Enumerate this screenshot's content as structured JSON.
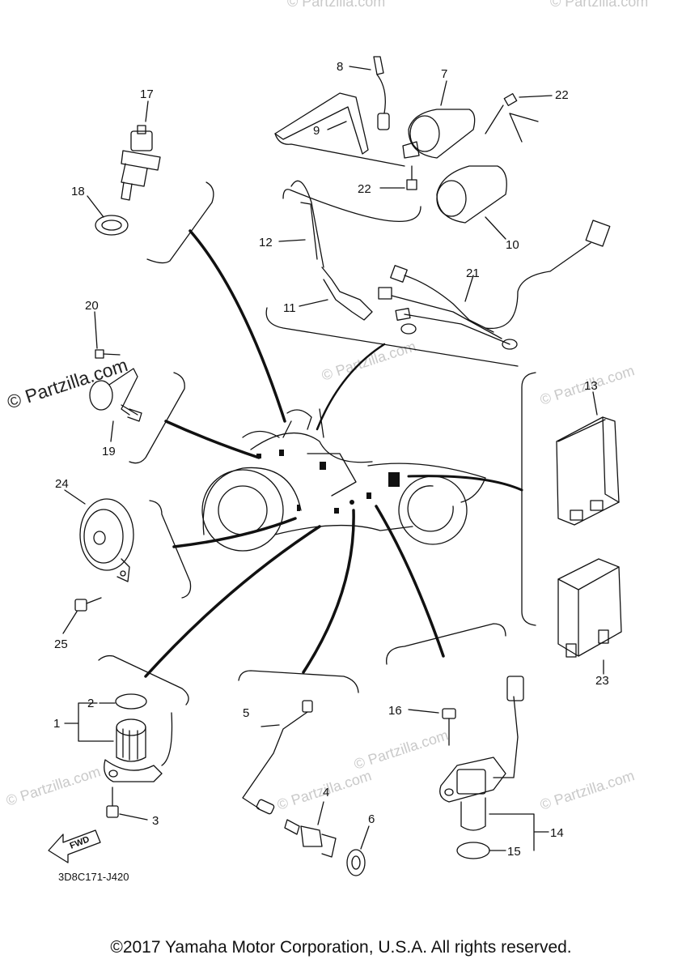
{
  "diagram_code": "3D8C171-J420",
  "copyright": "©2017 Yamaha Motor Corporation, U.S.A. All rights reserved.",
  "watermark": "© Partzilla.com",
  "fwd_label": "FWD",
  "callouts": {
    "c1": "1",
    "c2": "2",
    "c3": "3",
    "c4": "4",
    "c5": "5",
    "c6": "6",
    "c7": "7",
    "c8": "8",
    "c9": "9",
    "c10": "10",
    "c11": "11",
    "c12": "12",
    "c13": "13",
    "c14": "14",
    "c15": "15",
    "c16": "16",
    "c17": "17",
    "c18": "18",
    "c19": "19",
    "c20": "20",
    "c21": "21",
    "c22a": "22",
    "c22b": "22",
    "c23": "23",
    "c24": "24",
    "c25": "25"
  },
  "colors": {
    "line": "#111111",
    "watermark": "#c9c9c9"
  }
}
